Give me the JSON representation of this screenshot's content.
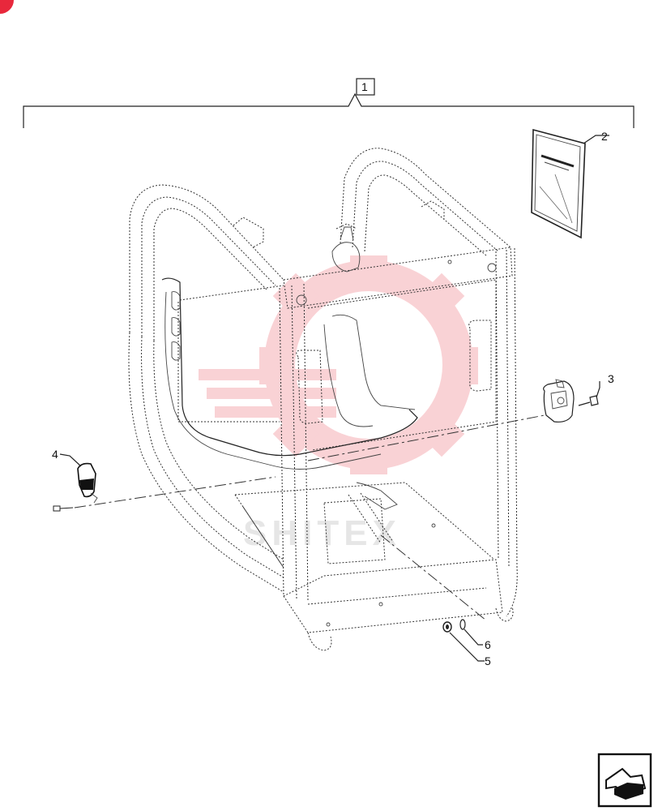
{
  "callouts": {
    "assembly": "1",
    "manual": "2",
    "bolt_right": "3",
    "latch_left": "4",
    "nut": "5",
    "washer": "6"
  },
  "watermark": {
    "text": "SHITEX"
  },
  "colors": {
    "corner_badge": "#e8283c",
    "watermark_gear": "#f07f8a",
    "line": "#222222"
  }
}
